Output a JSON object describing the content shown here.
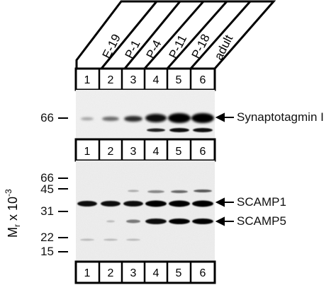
{
  "figure": {
    "stages": [
      "E-19",
      "P-1",
      "P-4",
      "P-11",
      "P-18",
      "adult"
    ],
    "lane_numbers": [
      "1",
      "2",
      "3",
      "4",
      "5",
      "6"
    ],
    "axis_label": {
      "main": "M",
      "sub": "r",
      "rest": " x 10",
      "sup": "-3"
    },
    "top_blot": {
      "mw_markers": [
        "66"
      ],
      "protein_labels": [
        "Synaptotagmin I"
      ]
    },
    "bottom_blot": {
      "mw_markers": [
        "66",
        "45",
        "31",
        "22",
        "15"
      ],
      "protein_labels": [
        "SCAMP1",
        "SCAMP5"
      ]
    }
  }
}
